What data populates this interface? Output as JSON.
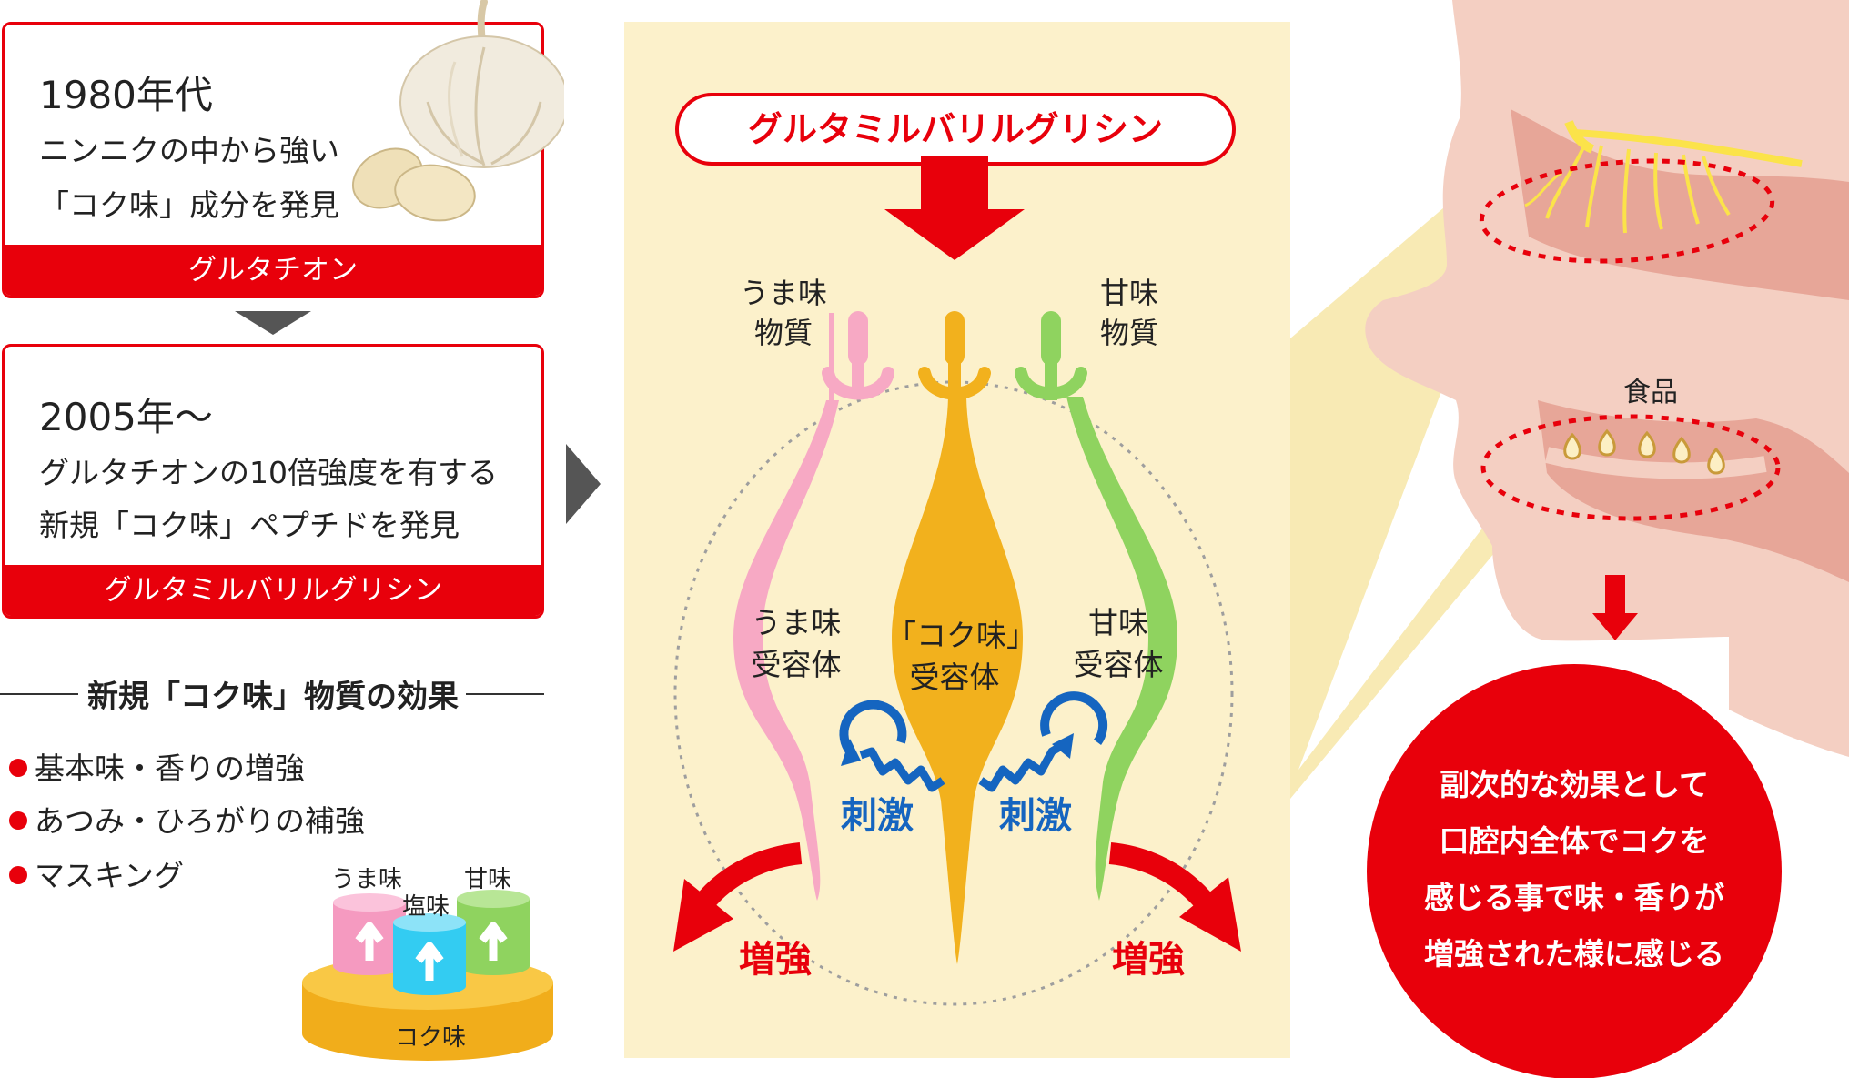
{
  "history": {
    "card1": {
      "year": "1980年代",
      "line1": "ニンニクの中から強い",
      "line2": "「コク味」成分を発見",
      "footer": "グルタチオン"
    },
    "card2": {
      "year": "2005年～",
      "line1": "グルタチオンの10倍強度を有する",
      "line2": "新規「コク味」ペプチドを発見",
      "footer": "グルタミルバリルグリシン"
    }
  },
  "effects": {
    "title": "新規「コク味」物質の効果",
    "items": [
      "基本味・香りの増強",
      "あつみ・ひろがりの補強",
      "マスキング"
    ]
  },
  "cylinders": {
    "umami": "うま味",
    "salt": "塩味",
    "sweet": "甘味",
    "base": "コク味"
  },
  "mechanism": {
    "title": "グルタミルバリルグリシン",
    "umami_substance": [
      "うま味",
      "物質"
    ],
    "sweet_substance": [
      "甘味",
      "物質"
    ],
    "receptor_umami": [
      "うま味",
      "受容体"
    ],
    "receptor_koku": [
      "「コク味」",
      "受容体"
    ],
    "receptor_sweet": [
      "甘味",
      "受容体"
    ],
    "stimulus": "刺激",
    "enhance": "増強"
  },
  "mouth": {
    "food_label": "食品",
    "result_lines": [
      "副次的な効果として",
      "口腔内全体でコクを",
      "感じる事で味・香りが",
      "増強された様に感じる"
    ]
  },
  "colors": {
    "red": "#e8000b",
    "umami_pink": "#f7a9c4",
    "koku_orange": "#f2b11d",
    "sweet_green": "#8fd35f",
    "stimulus_blue": "#1565c0",
    "panel_cream": "#fcf1cb",
    "skin": "#f0c2b4"
  }
}
